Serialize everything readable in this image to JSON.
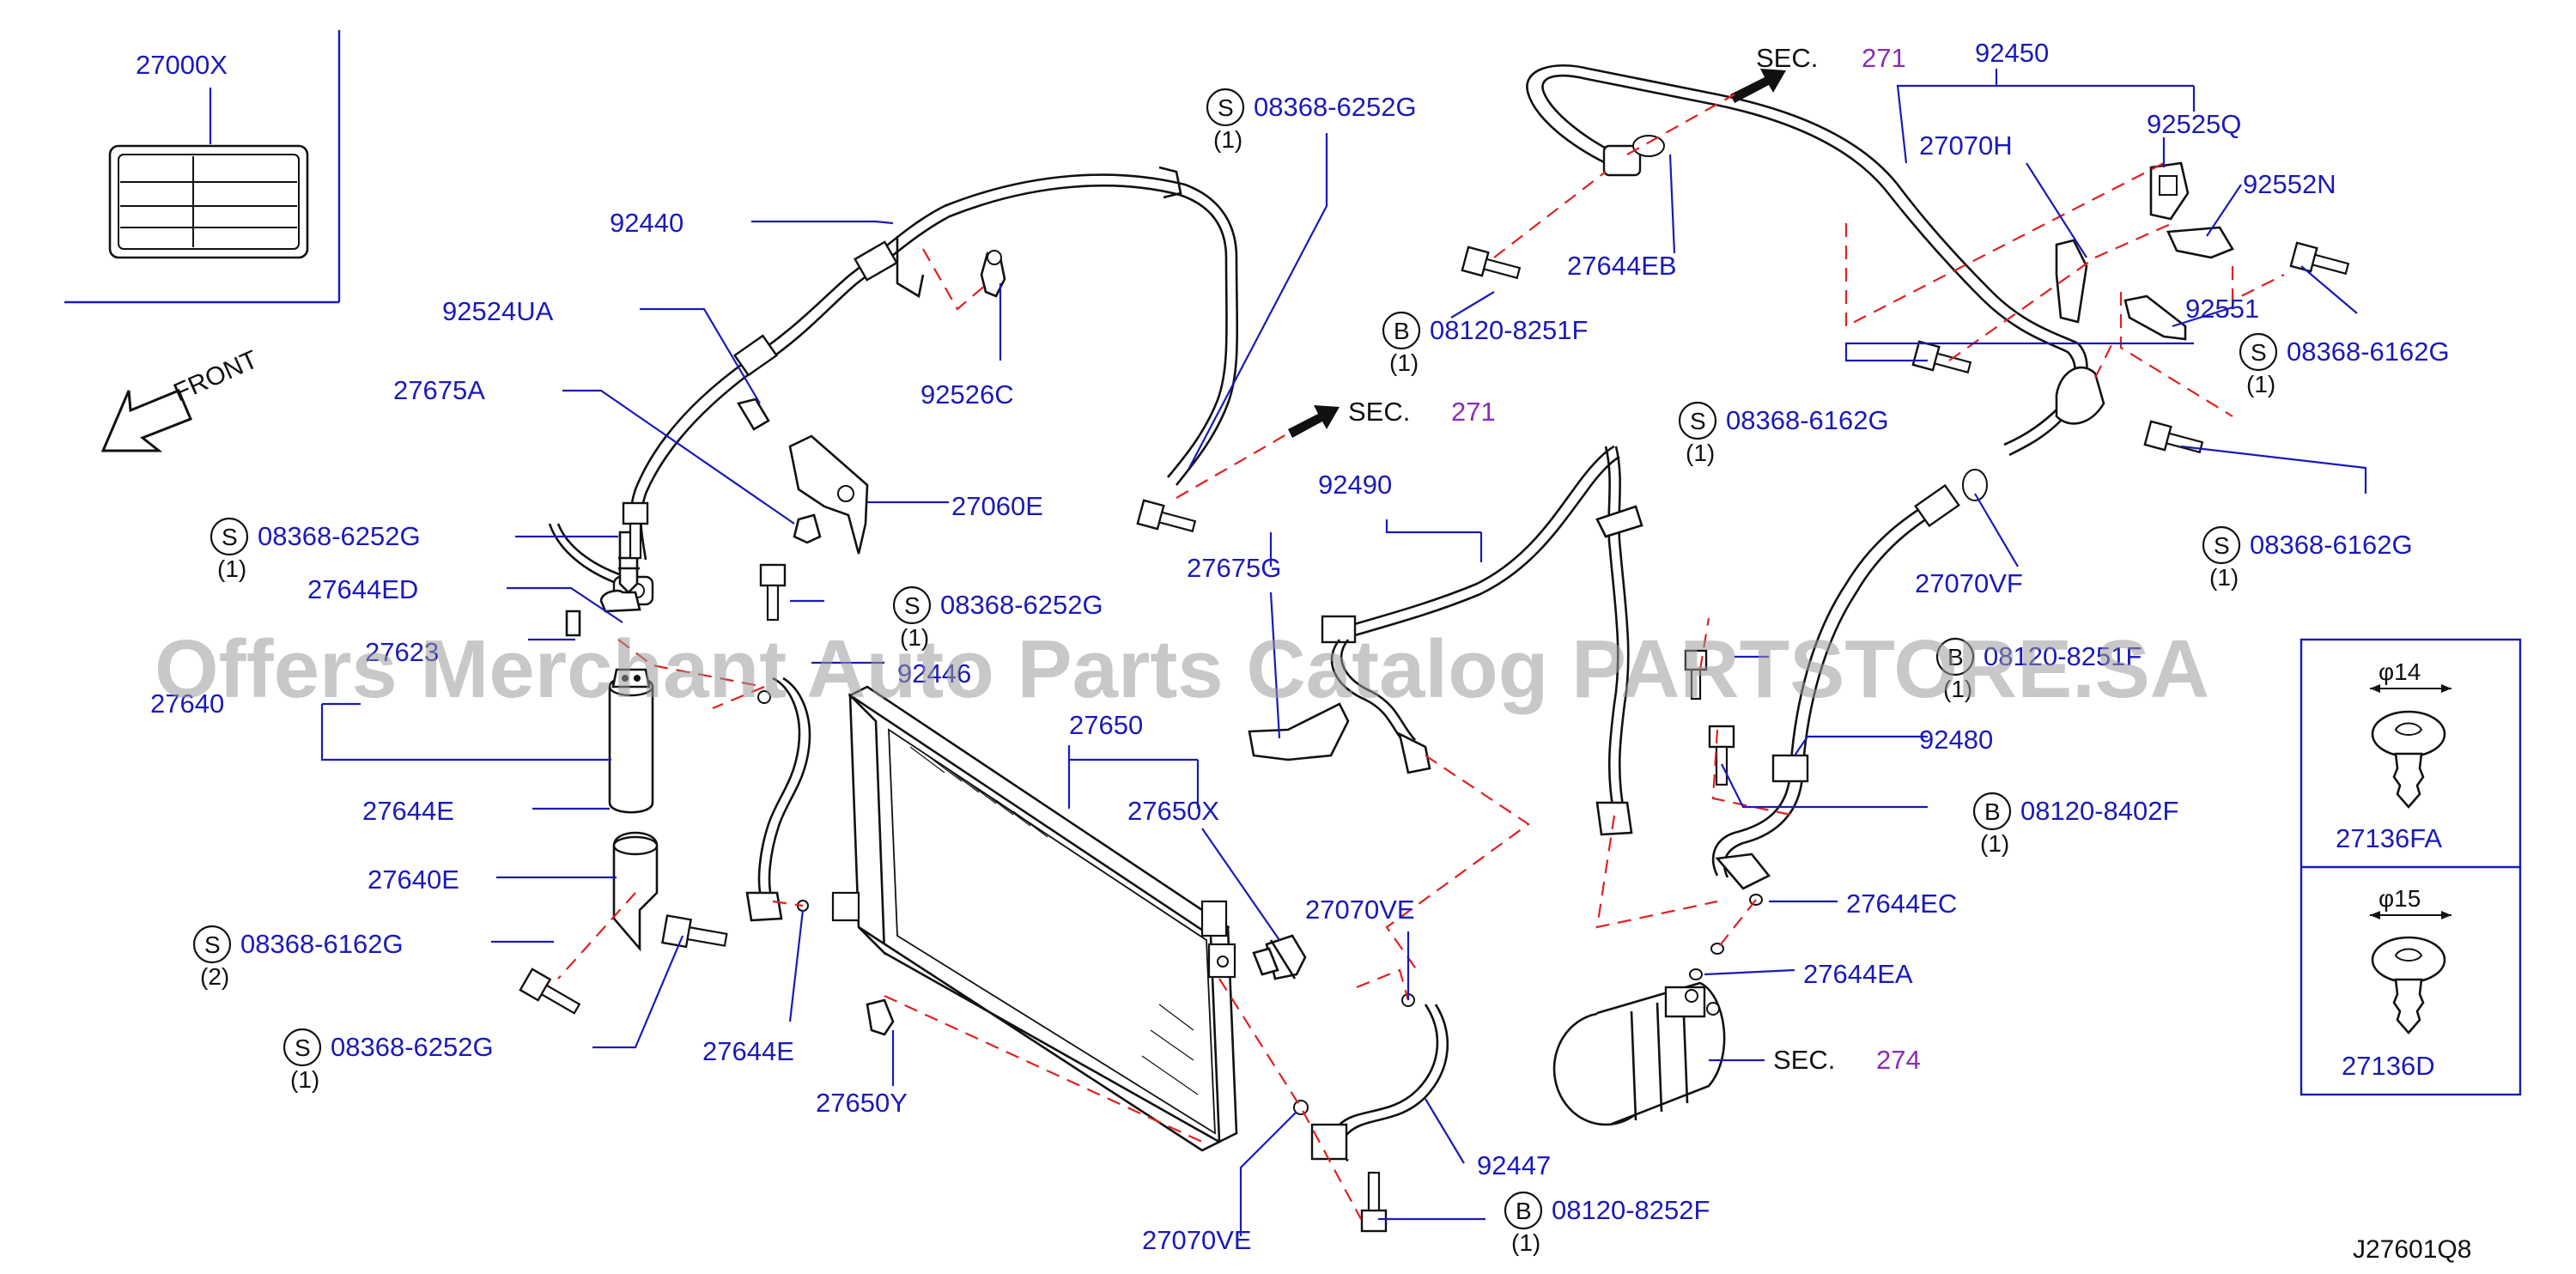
{
  "diagram": {
    "drawing_code": "J27601Q8",
    "watermark": "Offers Merchant Auto Parts Catalog PARTSTORE.SA",
    "front_label": "FRONT",
    "callouts": [
      {
        "id": "c01",
        "badge": "",
        "label": "27000X",
        "qty": ""
      },
      {
        "id": "c02",
        "badge": "",
        "label": "92440",
        "qty": ""
      },
      {
        "id": "c03",
        "badge": "",
        "label": "92524UA",
        "qty": ""
      },
      {
        "id": "c04",
        "badge": "",
        "label": "27675A",
        "qty": ""
      },
      {
        "id": "c05",
        "badge": "S",
        "label": "08368-6252G",
        "qty": "(1)"
      },
      {
        "id": "c06",
        "badge": "",
        "label": "27644ED",
        "qty": ""
      },
      {
        "id": "c07",
        "badge": "",
        "label": "27623",
        "qty": ""
      },
      {
        "id": "c08",
        "badge": "",
        "label": "27640",
        "qty": ""
      },
      {
        "id": "c09",
        "badge": "",
        "label": "27644E",
        "qty": ""
      },
      {
        "id": "c10",
        "badge": "",
        "label": "27640E",
        "qty": ""
      },
      {
        "id": "c11",
        "badge": "S",
        "label": "08368-6162G",
        "qty": "(2)"
      },
      {
        "id": "c12",
        "badge": "S",
        "label": "08368-6252G",
        "qty": "(1)"
      },
      {
        "id": "c13",
        "badge": "",
        "label": "92526C",
        "qty": ""
      },
      {
        "id": "c14",
        "badge": "",
        "label": "27060E",
        "qty": ""
      },
      {
        "id": "c15",
        "badge": "S",
        "label": "08368-6252G",
        "qty": "(1)"
      },
      {
        "id": "c16",
        "badge": "",
        "label": "92446",
        "qty": ""
      },
      {
        "id": "c17",
        "badge": "",
        "label": "27644E",
        "qty": ""
      },
      {
        "id": "c18",
        "badge": "",
        "label": "27650",
        "qty": ""
      },
      {
        "id": "c19",
        "badge": "",
        "label": "27650X",
        "qty": ""
      },
      {
        "id": "c20",
        "badge": "",
        "label": "27650Y",
        "qty": ""
      },
      {
        "id": "c21",
        "badge": "S",
        "label": "08368-6252G",
        "qty": "(1)"
      },
      {
        "id": "c22",
        "badge": "",
        "label": "92490",
        "qty": ""
      },
      {
        "id": "c23",
        "badge": "",
        "label": "27675G",
        "qty": ""
      },
      {
        "id": "c24",
        "badge": "",
        "label": "27070VE",
        "qty": ""
      },
      {
        "id": "c25",
        "badge": "",
        "label": "27070VE",
        "qty": ""
      },
      {
        "id": "c26",
        "badge": "",
        "label": "92447",
        "qty": ""
      },
      {
        "id": "c27",
        "badge": "B",
        "label": "08120-8252F",
        "qty": "(1)"
      },
      {
        "id": "c28",
        "badge": "B",
        "label": "08120-8251F",
        "qty": "(1)"
      },
      {
        "id": "c29",
        "badge": "",
        "label": "27644EB",
        "qty": ""
      },
      {
        "id": "c30",
        "badge": "",
        "label": "92450",
        "qty": ""
      },
      {
        "id": "c31",
        "badge": "",
        "label": "27070H",
        "qty": ""
      },
      {
        "id": "c32",
        "badge": "",
        "label": "92525Q",
        "qty": ""
      },
      {
        "id": "c33",
        "badge": "",
        "label": "92552N",
        "qty": ""
      },
      {
        "id": "c34",
        "badge": "",
        "label": "92551",
        "qty": ""
      },
      {
        "id": "c35",
        "badge": "S",
        "label": "08368-6162G",
        "qty": "(1)"
      },
      {
        "id": "c36",
        "badge": "S",
        "label": "08368-6162G",
        "qty": "(1)"
      },
      {
        "id": "c37",
        "badge": "S",
        "label": "08368-6162G",
        "qty": "(1)"
      },
      {
        "id": "c38",
        "badge": "",
        "label": "27070VF",
        "qty": ""
      },
      {
        "id": "c39",
        "badge": "B",
        "label": "08120-8251F",
        "qty": "(1)"
      },
      {
        "id": "c40",
        "badge": "",
        "label": "92480",
        "qty": ""
      },
      {
        "id": "c41",
        "badge": "B",
        "label": "08120-8402F",
        "qty": "(1)"
      },
      {
        "id": "c42",
        "badge": "",
        "label": "27644EC",
        "qty": ""
      },
      {
        "id": "c43",
        "badge": "",
        "label": "27644EA",
        "qty": ""
      }
    ],
    "sections": [
      {
        "id": "s1",
        "label": "SEC.",
        "number": "271"
      },
      {
        "id": "s2",
        "label": "SEC.",
        "number": "271"
      },
      {
        "id": "s3",
        "label": "SEC.",
        "number": "274"
      }
    ],
    "inset": [
      {
        "dimension": "φ14",
        "label": "27136FA"
      },
      {
        "dimension": "φ15",
        "label": "27136D"
      }
    ]
  }
}
